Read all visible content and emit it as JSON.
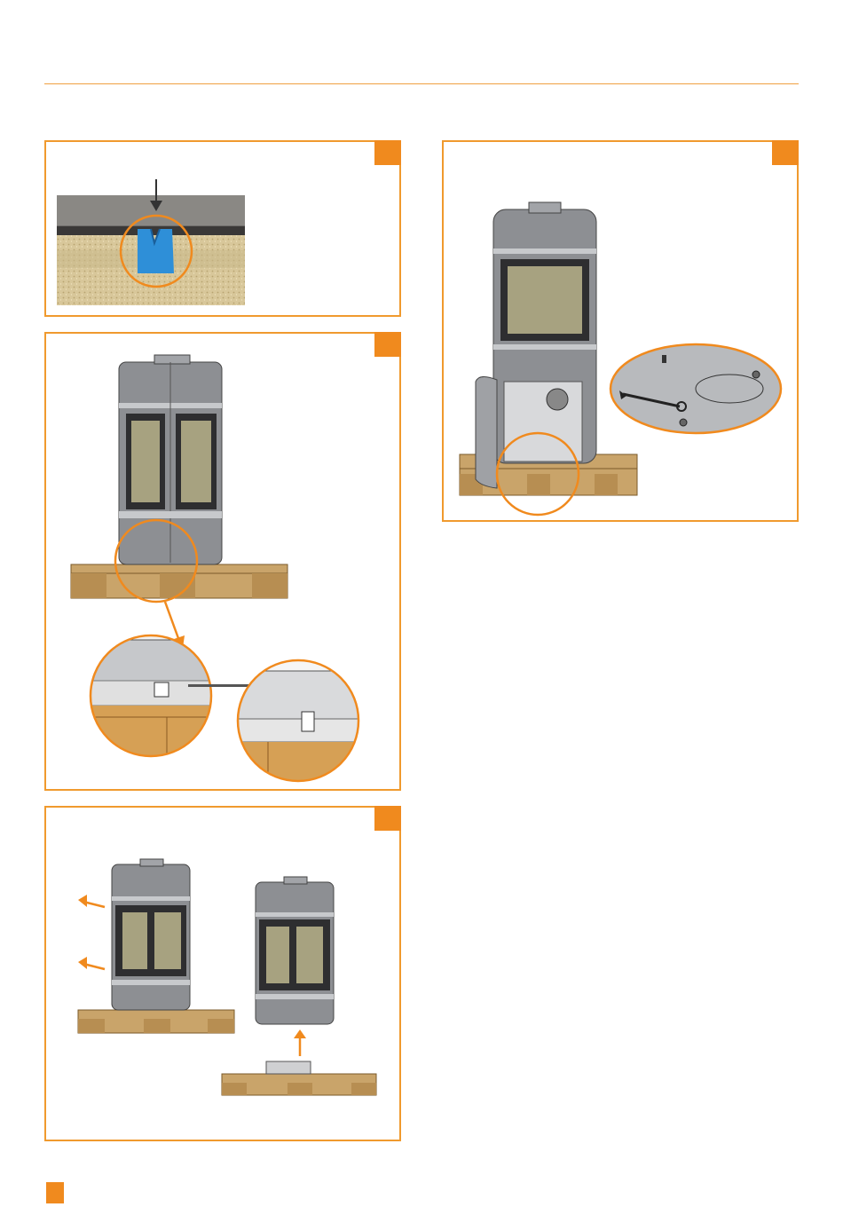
{
  "document": {
    "accent_color": "#f08a1e",
    "panels": [
      {
        "id": "step-foam-spacer",
        "icon": "foam-spacer-photo"
      },
      {
        "id": "step-remove-screws",
        "icon": "screwdriver-icon"
      },
      {
        "id": "step-lift-stove",
        "icon": "lift-arrow-icon"
      },
      {
        "id": "step-wrench-bolts",
        "icon": "wrench-icon"
      }
    ]
  }
}
